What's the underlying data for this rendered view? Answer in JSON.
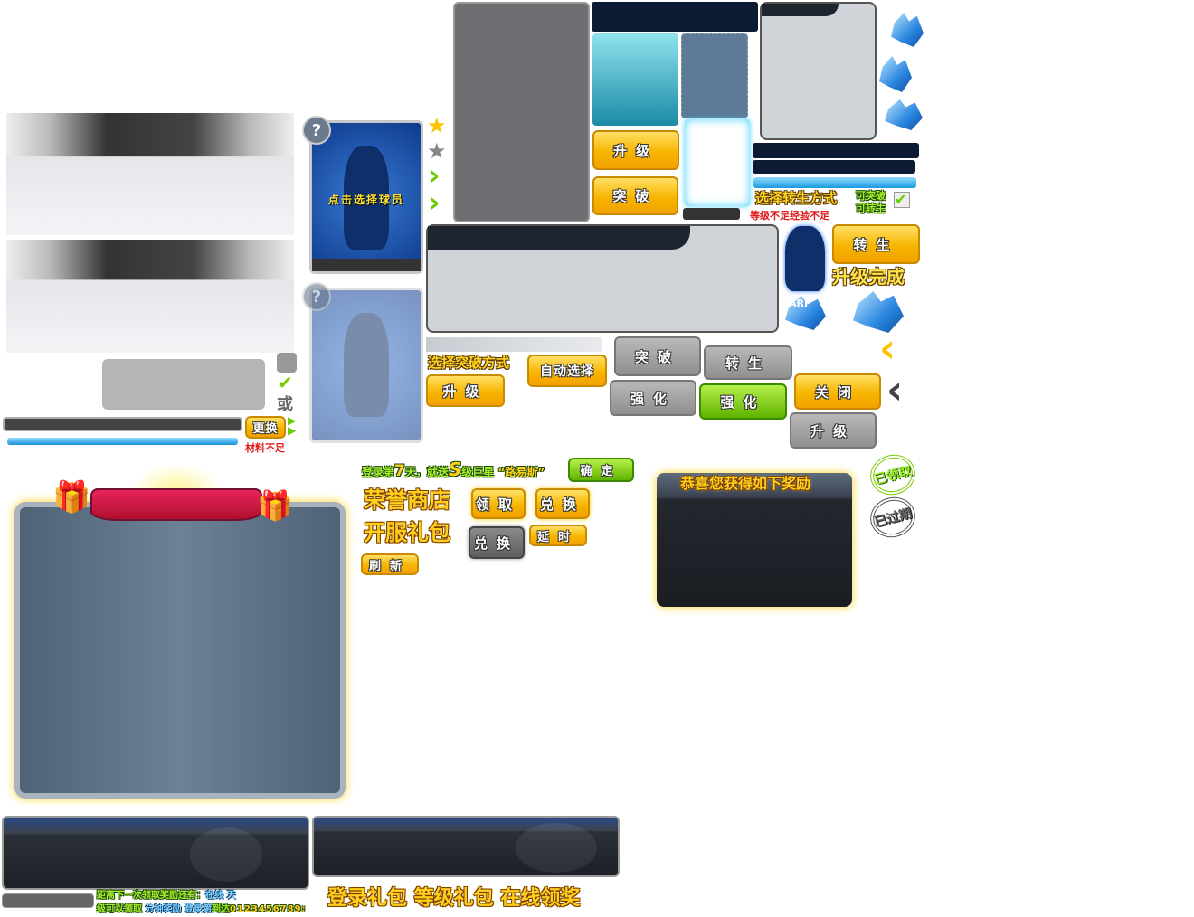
{
  "card_select": {
    "label": "点击选择球员",
    "question_mark": "?"
  },
  "swap": {
    "or_label": "或",
    "swap_button": "更换",
    "material_insufficient": "材料不足"
  },
  "breakthrough": {
    "upgrade_button": "升级",
    "breakthrough_button": "突破",
    "choose_method": "选择突破方式",
    "auto_select_button": "自动选择",
    "upgrade_button_2": "升级"
  },
  "rebirth": {
    "choose_method": "选择转生方式",
    "can_breakthrough": "可突破",
    "can_rebirth": "可转生",
    "insufficient": "等级不足经验不足",
    "rebirth_button": "转生",
    "upgrade_complete": "升级完成",
    "card_text": "ARI"
  },
  "gray_buttons": {
    "breakthrough": "突破",
    "rebirth": "转生",
    "enhance": "强化",
    "upgrade": "升级"
  },
  "green_buttons": {
    "enhance": "强化",
    "confirm": "确定"
  },
  "close_button": "关闭",
  "promo": {
    "prefix": "登录第",
    "day": "7",
    "mid": "天，就送",
    "grade": "S",
    "suffix": "级巨星",
    "player": "“路易斯”"
  },
  "shop": {
    "honor_shop": "荣誉商店",
    "opening_gift": "开服礼包",
    "claim_button": "领取",
    "exchange_button": "兑换",
    "exchange_disabled_button": "兑换",
    "delay_button": "延时",
    "refresh_button": "刷新"
  },
  "reward": {
    "title": "恭喜您获得如下奖励"
  },
  "stamps": {
    "claimed": "已领取",
    "expired": "已过期"
  },
  "bottom": {
    "line1_a": "距离下一次领取奖励还有：",
    "line1_b": "在线",
    "line1_c": "天",
    "line2_a": "级可以领取",
    "line2_b": "分钟奖励",
    "line2_c": "登录第",
    "line2_d": "到达",
    "digits": "0123456789:",
    "titles": "登录礼包 等级礼包 在线领奖"
  }
}
